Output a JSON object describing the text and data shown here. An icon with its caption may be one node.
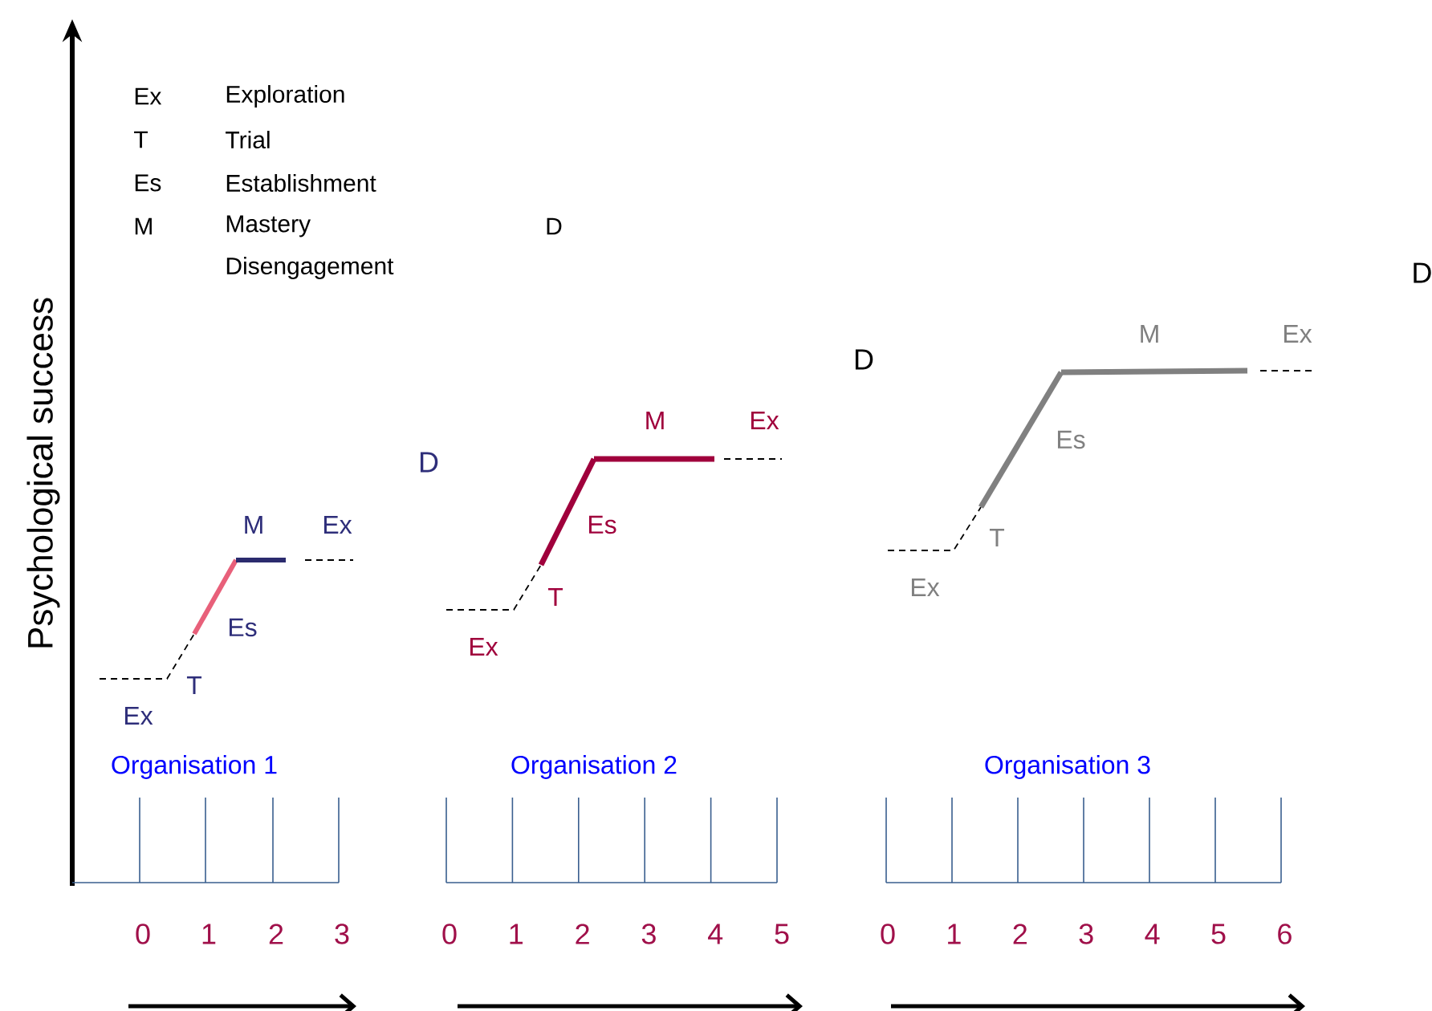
{
  "diagram": {
    "labels": [
      "Psychological success",
      "Ex",
      "Exploration",
      "T",
      "Trial",
      "Es",
      "Establishment",
      "M",
      "Mastery",
      "D",
      "Disengagement",
      "D",
      "D",
      "D",
      "M",
      "Ex",
      "Es",
      "T",
      "Ex",
      "M",
      "Ex",
      "Es",
      "T",
      "Ex",
      "M",
      "Ex",
      "Es",
      "T",
      "Ex",
      "Organisation 1",
      "Organisation 2",
      "Organisation 3",
      "0",
      "1",
      "2",
      "3",
      "0",
      "1",
      "2",
      "3",
      "4",
      "5",
      "0",
      "1",
      "2",
      "3",
      "4",
      "5",
      "6"
    ]
  }
}
